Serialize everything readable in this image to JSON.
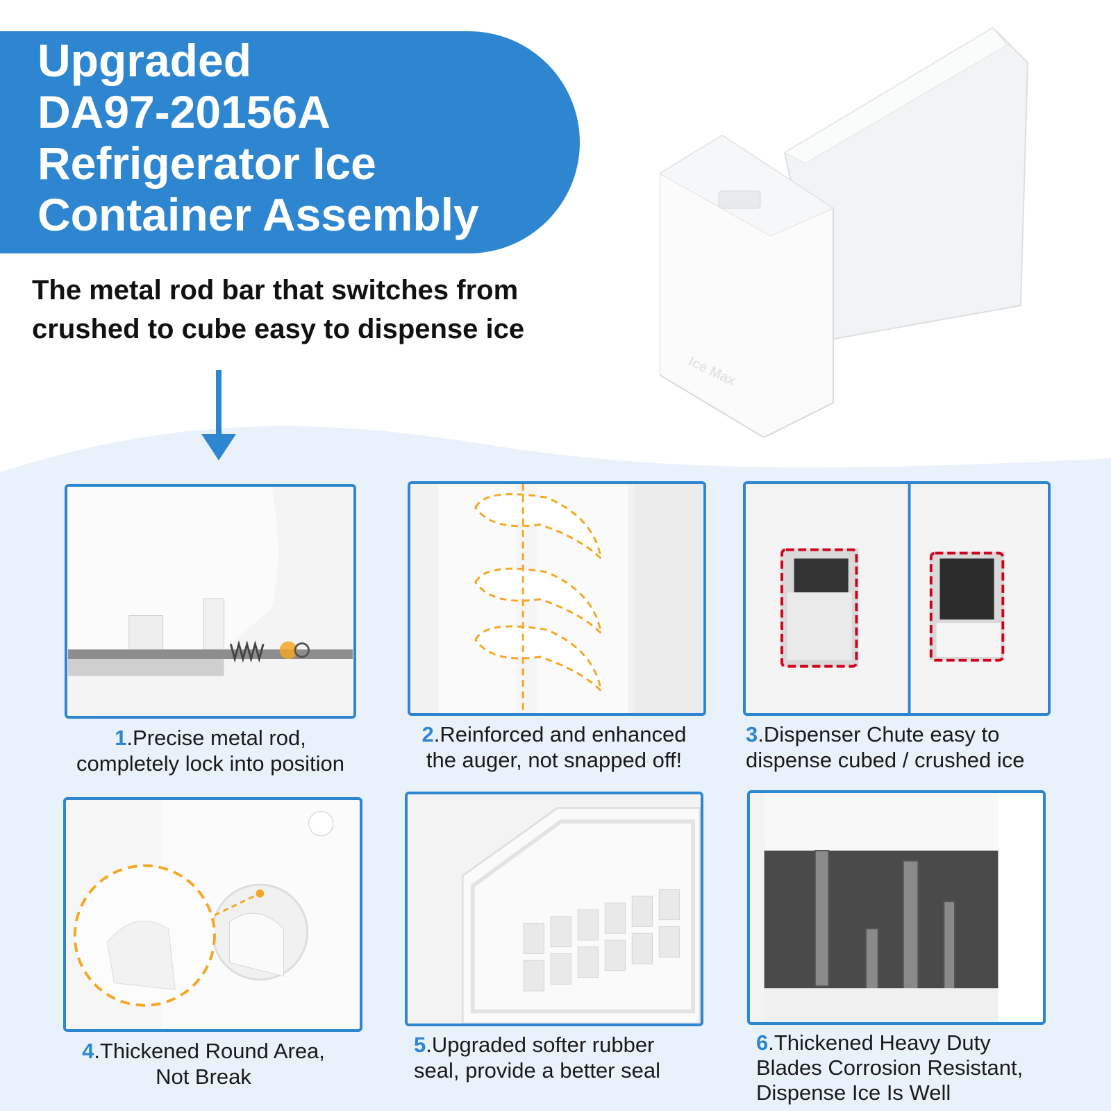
{
  "title": {
    "lines": [
      "Upgraded",
      "DA97-20156A",
      "Refrigerator Ice",
      "Container Assembly"
    ]
  },
  "subtitle": {
    "lines": [
      "The metal rod bar that switches from",
      "crushed to cube easy to dispense ice"
    ]
  },
  "product": {
    "label": "Ice Max"
  },
  "features": [
    {
      "num": "1",
      "lines": [
        ".Precise metal rod,",
        "completely lock into position"
      ]
    },
    {
      "num": "2",
      "lines": [
        ".Reinforced and enhanced",
        "the auger, not snapped off!"
      ]
    },
    {
      "num": "3",
      "lines": [
        ".Dispenser Chute easy to",
        "dispense cubed / crushed ice"
      ]
    },
    {
      "num": "4",
      "lines": [
        ".Thickened Round Area,",
        "Not Break"
      ]
    },
    {
      "num": "5",
      "lines": [
        ".Upgraded softer rubber",
        "seal, provide a better seal"
      ]
    },
    {
      "num": "6",
      "lines": [
        ".Thickened Heavy Duty",
        "Blades  Corrosion Resistant,",
        "Dispense Ice Is Well"
      ]
    }
  ],
  "colors": {
    "accent": "#2e86d1",
    "highlight": "#f5a623",
    "dashed_red": "#d0021b",
    "wave_bg": "#e9f1fa"
  }
}
